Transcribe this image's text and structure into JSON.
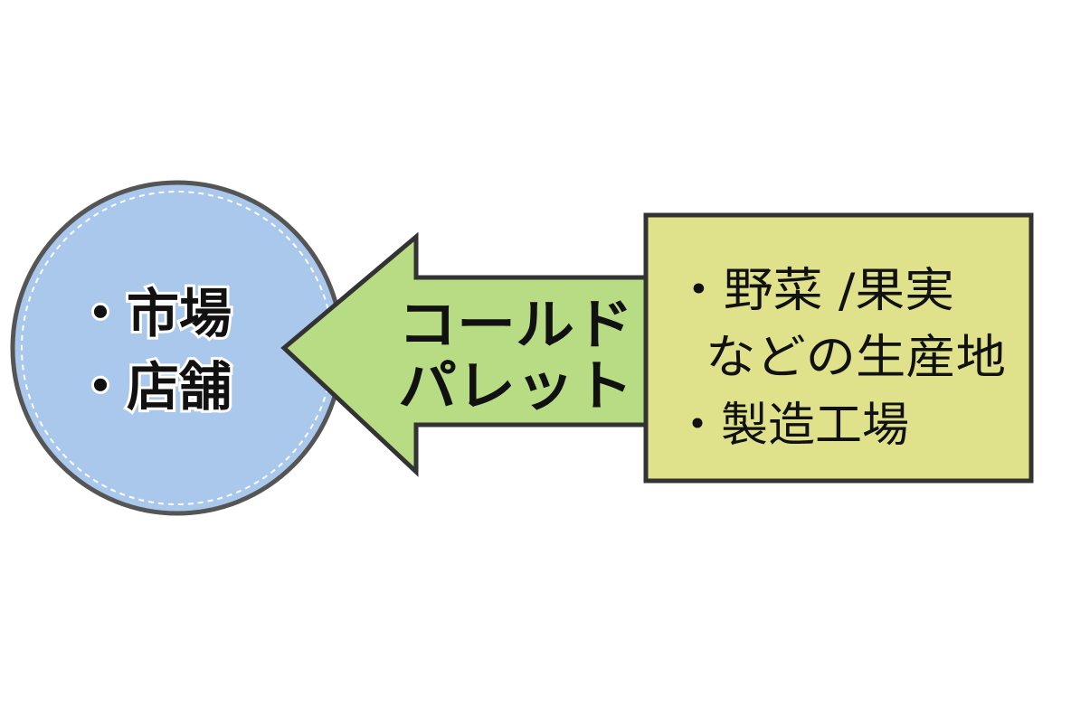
{
  "destination": {
    "items": [
      "・市場",
      "・店舗"
    ]
  },
  "arrow": {
    "label_line1": "コールド",
    "label_line2": "パレット"
  },
  "source": {
    "item1_line1": "・野菜 /果実",
    "item1_line2": "などの生産地",
    "item2": "・製造工場"
  },
  "colors": {
    "circle_fill": "#a9c8ec",
    "arrow_fill": "#b8dc84",
    "box_fill": "#dfe28a",
    "stroke": "#333333"
  }
}
